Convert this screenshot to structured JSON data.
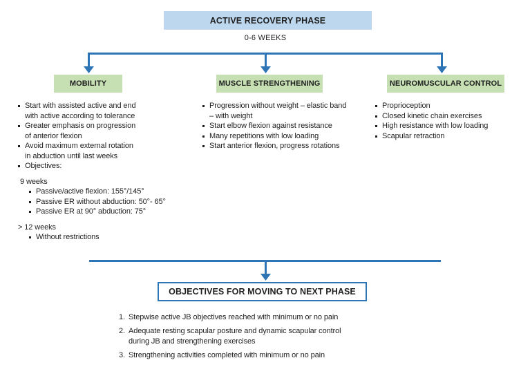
{
  "diagram": {
    "title": "ACTIVE RECOVERY PHASE",
    "duration_label": "0-6 WEEKS",
    "columns": [
      {
        "header": "MOBILITY",
        "bullets": [
          "Start with assisted active and end\nwith active according to tolerance",
          "Greater emphasis on progression\nof anterior flexion",
          "Avoid maximum external rotation\nin abduction until last weeks",
          "Objectives:"
        ],
        "subsections": [
          {
            "label": "9 weeks",
            "bullets": [
              "Passive/active flexion: 155°/145°",
              "Passive ER without abduction: 50°- 65°",
              "Passive ER at 90° abduction: 75°"
            ]
          },
          {
            "label": "> 12 weeks",
            "bullets": [
              "Without restrictions"
            ]
          }
        ]
      },
      {
        "header": "MUSCLE STRENGTHENING",
        "bullets": [
          "Progression without weight – elastic band\n– with weight",
          "Start elbow flexion against resistance",
          "Many repetitions with low loading",
          "Start anterior flexion, progress rotations"
        ]
      },
      {
        "header": "NEUROMUSCULAR CONTROL",
        "bullets": [
          "Proprioception",
          "Closed kinetic chain exercises",
          "High resistance with low loading",
          "Scapular retraction"
        ]
      }
    ],
    "next_phase": {
      "header": "OBJECTIVES FOR MOVING TO NEXT PHASE",
      "items": [
        {
          "num": "1.",
          "text": "Stepwise active JB objectives reached with minimum or no pain"
        },
        {
          "num": "2.",
          "text": "Adequate resting scapular posture and dynamic scapular control\nduring JB and strengthening exercises"
        },
        {
          "num": "3.",
          "text": "Strengthening activities completed with minimum or no pain"
        }
      ]
    },
    "colors": {
      "title_box_bg": "#BDD7EE",
      "column_header_bg": "#C6E0B4",
      "connector": "#2E75B6",
      "text": "#1F1F1F"
    }
  }
}
